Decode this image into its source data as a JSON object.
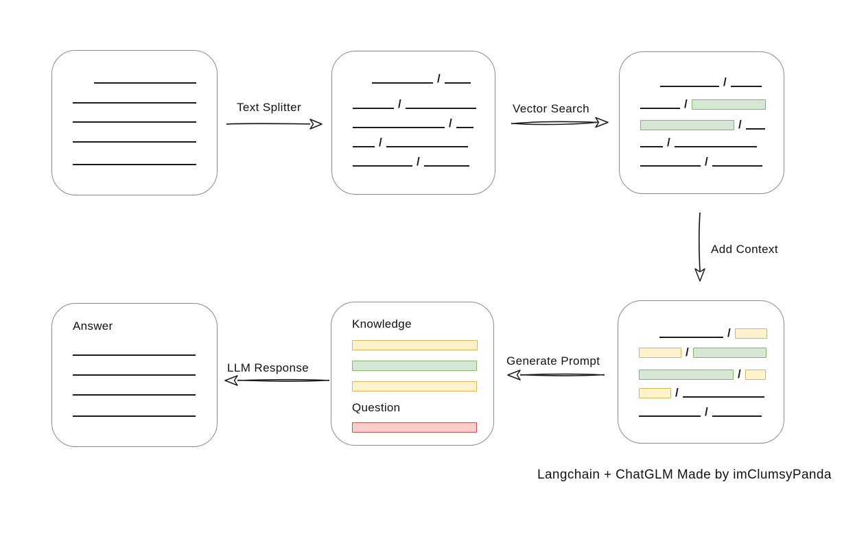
{
  "diagram": {
    "caption": "Langchain + ChatGLM Made by imClumsyPanda",
    "labels": {
      "text_splitter": "Text Splitter",
      "vector_search": "Vector Search",
      "add_context": "Add Context",
      "generate_prompt": "Generate Prompt",
      "llm_response": "LLM Response"
    },
    "colors": {
      "line": "#1a1a1a",
      "box_border": "#8a8a8a",
      "highlight_green_fill": "#d5e8d4",
      "highlight_green_border": "#82b366",
      "highlight_yellow_fill": "#fff2cc",
      "highlight_yellow_border": "#d6b656",
      "highlight_red_fill": "#f8cecc",
      "highlight_red_border": "#b85450"
    },
    "boxes": {
      "document": {
        "rows": [
          {
            "h": 50,
            "indent": 31,
            "segs": [
              {
                "t": "line",
                "w": 149
              }
            ]
          },
          {
            "h": 29,
            "segs": [
              {
                "t": "line",
                "w": 180
              }
            ]
          },
          {
            "h": 28,
            "segs": [
              {
                "t": "line",
                "w": 180
              }
            ]
          },
          {
            "h": 29,
            "segs": [
              {
                "t": "line",
                "w": 180
              }
            ]
          },
          {
            "h": 33,
            "segs": [
              {
                "t": "line",
                "w": 180
              }
            ]
          }
        ]
      },
      "split_text": {
        "rows": [
          {
            "h": 49,
            "indent": 28,
            "segs": [
              {
                "t": "line",
                "w": 89
              },
              {
                "t": "slash"
              },
              {
                "t": "line",
                "w": 38
              }
            ]
          },
          {
            "h": 37,
            "segs": [
              {
                "t": "line",
                "w": 60
              },
              {
                "t": "slash"
              },
              {
                "t": "line",
                "w": 103
              }
            ]
          },
          {
            "h": 28,
            "segs": [
              {
                "t": "line",
                "w": 134
              },
              {
                "t": "slash"
              },
              {
                "t": "line",
                "w": 25
              }
            ]
          },
          {
            "h": 28,
            "segs": [
              {
                "t": "line",
                "w": 32
              },
              {
                "t": "slash"
              },
              {
                "t": "line",
                "w": 119
              }
            ]
          },
          {
            "h": 28,
            "segs": [
              {
                "t": "line",
                "w": 87
              },
              {
                "t": "slash"
              },
              {
                "t": "line",
                "w": 66
              }
            ]
          }
        ]
      },
      "vector_matches": {
        "rows": [
          {
            "h": 53,
            "indent": 29,
            "segs": [
              {
                "t": "line",
                "w": 86
              },
              {
                "t": "slash"
              },
              {
                "t": "line",
                "w": 45
              }
            ]
          },
          {
            "h": 32,
            "segs": [
              {
                "t": "line",
                "w": 58
              },
              {
                "t": "slash"
              },
              {
                "t": "gbar",
                "w": 108
              }
            ]
          },
          {
            "h": 30,
            "segs": [
              {
                "t": "gbar",
                "w": 137
              },
              {
                "t": "slash"
              },
              {
                "t": "line",
                "w": 28
              }
            ]
          },
          {
            "h": 26,
            "segs": [
              {
                "t": "line",
                "w": 33
              },
              {
                "t": "slash"
              },
              {
                "t": "line",
                "w": 120
              }
            ]
          },
          {
            "h": 28,
            "segs": [
              {
                "t": "line",
                "w": 88
              },
              {
                "t": "slash"
              },
              {
                "t": "line",
                "w": 73
              }
            ]
          }
        ]
      },
      "context_selection": {
        "rows": [
          {
            "h": 56,
            "indent": 30,
            "segs": [
              {
                "t": "line",
                "w": 93
              },
              {
                "t": "slash"
              },
              {
                "t": "ybar",
                "w": 47
              }
            ]
          },
          {
            "h": 28,
            "segs": [
              {
                "t": "ybar",
                "w": 62
              },
              {
                "t": "slash"
              },
              {
                "t": "gbar",
                "w": 107
              }
            ]
          },
          {
            "h": 32,
            "segs": [
              {
                "t": "gbar",
                "w": 138
              },
              {
                "t": "slash"
              },
              {
                "t": "ybar",
                "w": 30
              }
            ]
          },
          {
            "h": 27,
            "segs": [
              {
                "t": "ybar",
                "w": 47
              },
              {
                "t": "slash"
              },
              {
                "t": "line",
                "w": 119
              }
            ]
          },
          {
            "h": 28,
            "segs": [
              {
                "t": "line",
                "w": 90
              },
              {
                "t": "slash"
              },
              {
                "t": "line",
                "w": 72
              }
            ]
          }
        ]
      },
      "prompt": {
        "rows": [
          {
            "h": 43,
            "segs": [
              {
                "t": "title",
                "text": "Knowledge"
              }
            ]
          },
          {
            "h": 28,
            "segs": [
              {
                "t": "ybar",
                "w": 183
              }
            ]
          },
          {
            "h": 30,
            "segs": [
              {
                "t": "gbar",
                "w": 182
              }
            ]
          },
          {
            "h": 30,
            "segs": [
              {
                "t": "ybar",
                "w": 182
              }
            ]
          },
          {
            "h": 34,
            "segs": [
              {
                "t": "title",
                "text": "Question"
              }
            ]
          },
          {
            "h": 26,
            "segs": [
              {
                "t": "rbar",
                "w": 182
              }
            ]
          }
        ]
      },
      "answer": {
        "rows": [
          {
            "h": 44,
            "segs": [
              {
                "t": "title",
                "text": "Answer"
              }
            ]
          },
          {
            "h": 34,
            "segs": [
              {
                "t": "line",
                "w": 179
              }
            ]
          },
          {
            "h": 29,
            "segs": [
              {
                "t": "line",
                "w": 179
              }
            ]
          },
          {
            "h": 29,
            "segs": [
              {
                "t": "line",
                "w": 179
              }
            ]
          },
          {
            "h": 31,
            "segs": [
              {
                "t": "line",
                "w": 179
              }
            ]
          }
        ]
      }
    }
  }
}
